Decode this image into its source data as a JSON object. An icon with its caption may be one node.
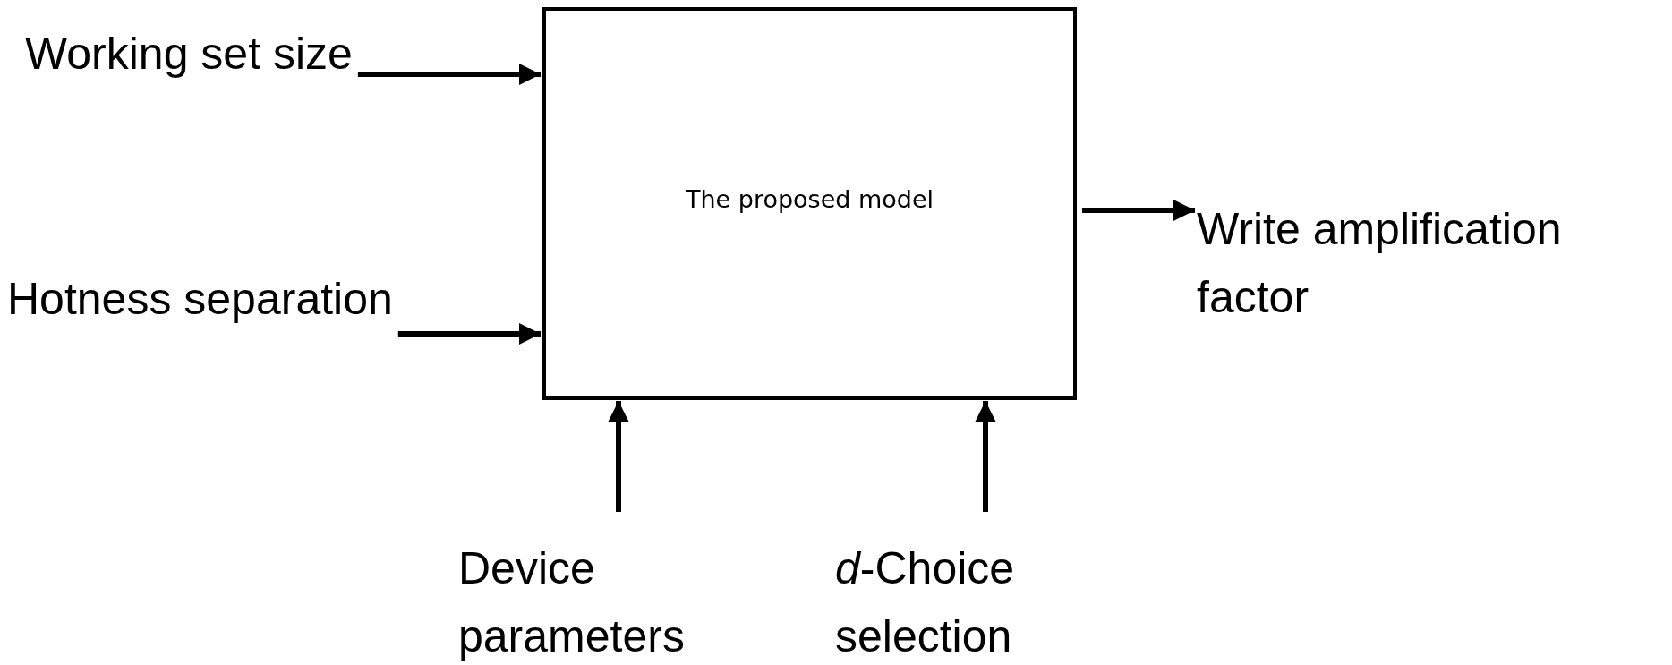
{
  "diagram": {
    "nodes": [
      {
        "text": [
          "The proposed model"
        ]
      },
      {
        "text": [
          "Working set size"
        ]
      },
      {
        "text": [
          "Hotness separation"
        ]
      },
      {
        "text": [
          "Write amplification factor"
        ]
      },
      {
        "text": [
          "Device parameters"
        ]
      },
      {
        "text": [
          "*d*-Choice selection"
        ]
      }
    ],
    "edges": [
      {
        "from": 1,
        "to": 0,
        "arrow": "to"
      },
      {
        "from": 2,
        "to": 0,
        "arrow": "to"
      },
      {
        "from": 0,
        "to": 3,
        "arrow": "to"
      },
      {
        "from": 4,
        "to": 0,
        "arrow": "to"
      },
      {
        "from": 5,
        "to": 0,
        "arrow": "to"
      }
    ]
  }
}
